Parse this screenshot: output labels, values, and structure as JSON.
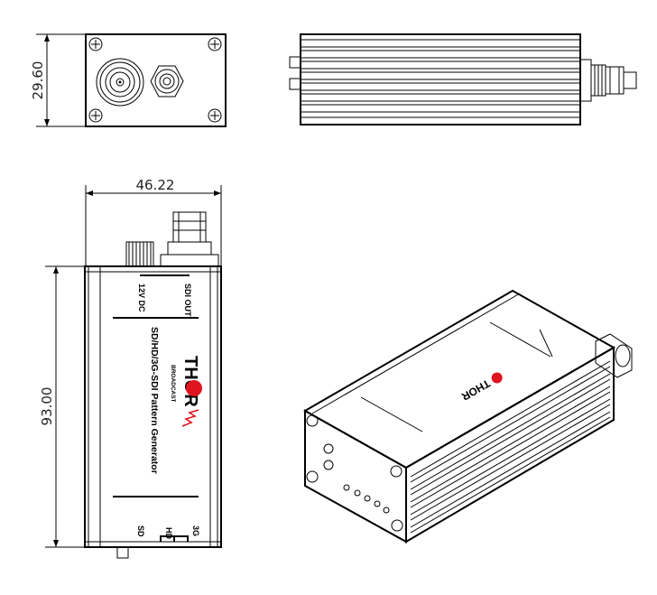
{
  "dimensions": {
    "height": "29.60",
    "width": "46.22",
    "length": "93.00"
  },
  "labels": {
    "power": "12V DC",
    "output": "SDI OUT",
    "product_name": "SD/HD/3G-SDI Pattern Generator",
    "brand": "THOR",
    "brand_sub": "BROADCAST",
    "mode_sd": "SD",
    "mode_hd": "HD",
    "mode_3g": "3G"
  },
  "colors": {
    "line": "#000000",
    "logo_red": "#e0141e"
  }
}
